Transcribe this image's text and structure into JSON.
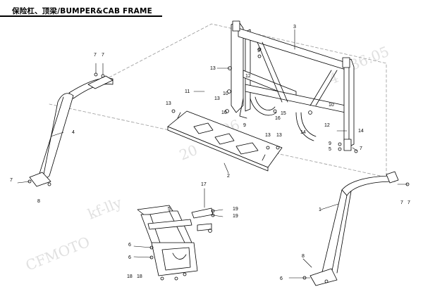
{
  "title": "保险杠、顶梁/BUMPER&CAB FRAME",
  "watermark": {
    "brand": "CFMOTO",
    "user": "kf-lly",
    "date": "20",
    "date2": "06",
    "time": "36:05",
    "time_prefix": "4"
  },
  "callouts": [
    {
      "id": "c3",
      "text": "3"
    },
    {
      "id": "c7a",
      "text": "7"
    },
    {
      "id": "c7b",
      "text": "7"
    },
    {
      "id": "c13a",
      "text": "13"
    },
    {
      "id": "c12a",
      "text": "12"
    },
    {
      "id": "c9a",
      "text": "9"
    },
    {
      "id": "c11",
      "text": "11"
    },
    {
      "id": "c10a",
      "text": "10"
    },
    {
      "id": "c13b",
      "text": "13"
    },
    {
      "id": "c13c",
      "text": "13"
    },
    {
      "id": "c10b",
      "text": "10"
    },
    {
      "id": "c16",
      "text": "16"
    },
    {
      "id": "c15",
      "text": "15"
    },
    {
      "id": "c9b",
      "text": "9"
    },
    {
      "id": "c13d",
      "text": "13"
    },
    {
      "id": "c13e",
      "text": "13"
    },
    {
      "id": "c12b",
      "text": "12"
    },
    {
      "id": "c14a",
      "text": "14"
    },
    {
      "id": "c9c",
      "text": "9"
    },
    {
      "id": "c5a",
      "text": "5"
    },
    {
      "id": "c7c",
      "text": "7"
    },
    {
      "id": "c10c",
      "text": "10"
    },
    {
      "id": "c14b",
      "text": "14"
    },
    {
      "id": "c4",
      "text": "4"
    },
    {
      "id": "c7d",
      "text": "7"
    },
    {
      "id": "c8a",
      "text": "8"
    },
    {
      "id": "c2",
      "text": "2"
    },
    {
      "id": "c7e",
      "text": "7"
    },
    {
      "id": "c7f",
      "text": "7"
    },
    {
      "id": "c17",
      "text": "17"
    },
    {
      "id": "c5b",
      "text": "5"
    },
    {
      "id": "c19a",
      "text": "19"
    },
    {
      "id": "c19b",
      "text": "19"
    },
    {
      "id": "c1",
      "text": "1"
    },
    {
      "id": "c6a",
      "text": "6"
    },
    {
      "id": "c8b",
      "text": "8"
    },
    {
      "id": "c6b",
      "text": "6"
    },
    {
      "id": "c18a",
      "text": "18"
    },
    {
      "id": "c18b",
      "text": "18"
    },
    {
      "id": "c6c",
      "text": "6"
    }
  ]
}
